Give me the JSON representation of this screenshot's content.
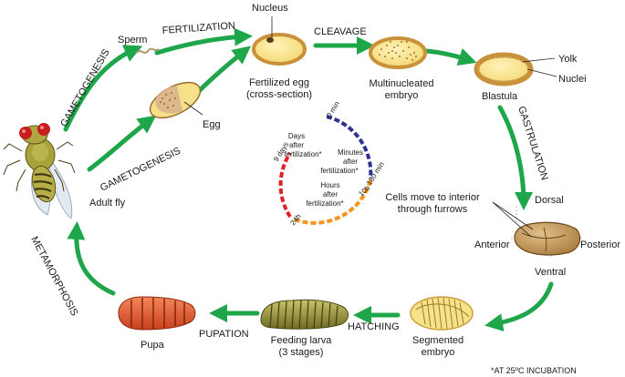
{
  "labels": {
    "sperm": "Sperm",
    "fertilization": "FERTILIZATION",
    "nucleus": "Nucleus",
    "cleavage": "CLEAVAGE",
    "fertilized_egg_1": "Fertilized egg",
    "fertilized_egg_2": "(cross-section)",
    "multinucleated_1": "Multinucleated",
    "multinucleated_2": "embryo",
    "yolk": "Yolk",
    "nuclei": "Nuclei",
    "blastula": "Blastula",
    "gametogenesis_top": "GAMETOGENESIS",
    "egg": "Egg",
    "gametogenesis_bottom": "GAMETOGENESIS",
    "adult_fly": "Adult fly",
    "gastrulation": "GASTRULATION",
    "cells_move_1": "Cells move to interior",
    "cells_move_2": "through furrows",
    "dorsal": "Dorsal",
    "anterior": "Anterior",
    "posterior": "Posterior",
    "ventral": "Ventral",
    "metamorphosis": "METAMORPHOSIS",
    "pupa": "Pupa",
    "pupation": "PUPATION",
    "feeding_larva_1": "Feeding larva",
    "feeding_larva_2": "(3 stages)",
    "hatching": "HATCHING",
    "segmented_1": "Segmented",
    "segmented_2": "embryo",
    "footnote": "*AT 25ºC INCUBATION"
  },
  "timeline": {
    "days_1": "Days",
    "days_2": "after",
    "days_3": "fertilization*",
    "minutes_1": "Minutes",
    "minutes_2": "after",
    "minutes_3": "fertilization*",
    "hours_1": "Hours",
    "hours_2": "after",
    "hours_3": "fertilization*",
    "tick_0min": "0 min",
    "tick_180min": "180 min",
    "tick_10h": "10h",
    "tick_24h": "24h",
    "tick_9days": "9 days"
  },
  "colors": {
    "arrow": "#1fa64a",
    "egg_fill": "#f6e08a",
    "embryo_outline": "#b07a2a",
    "minutes_arc": "#2e3192",
    "hours_arc": "#f7941d",
    "days_arc": "#e32028",
    "pupa": "#e8552b",
    "larva": "#9c9a3a",
    "fly_body": "#a8a23a"
  }
}
